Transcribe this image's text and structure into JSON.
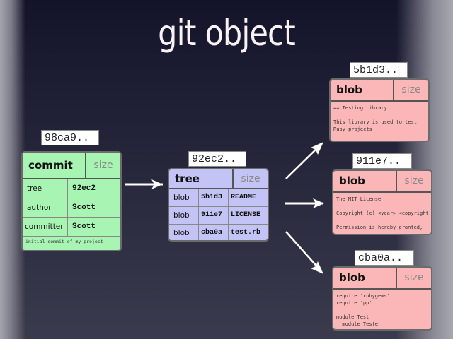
{
  "title": "git object",
  "commit": {
    "hash": "98ca9..",
    "type": "commit",
    "size_label": "size",
    "fields": [
      {
        "key": "tree",
        "value": "92ec2"
      },
      {
        "key": "author",
        "value": "Scott"
      },
      {
        "key": "committer",
        "value": "Scott"
      }
    ],
    "message": "initial commit of my project",
    "color": "#a8f5b3"
  },
  "tree": {
    "hash": "92ec2..",
    "type": "tree",
    "size_label": "size",
    "entries": [
      {
        "mode": "blob",
        "sha": "5b1d3",
        "name": "README"
      },
      {
        "mode": "blob",
        "sha": "911e7",
        "name": "LICENSE"
      },
      {
        "mode": "blob",
        "sha": "cba0a",
        "name": "test.rb"
      }
    ],
    "color": "#c4c3f6"
  },
  "blobs": [
    {
      "hash": "5b1d3..",
      "type": "blob",
      "size_label": "size",
      "content": "== Testing Library\n\nThis library is used to test\nRuby projects"
    },
    {
      "hash": "911e7..",
      "type": "blob",
      "size_label": "size",
      "content": "The MIT License\n\nCopyright (c) <year> <copyright\n\nPermission is hereby granted,"
    },
    {
      "hash": "cba0a..",
      "type": "blob",
      "size_label": "size",
      "content": "require 'rubygems'\nrequire 'pp'\n\nmodule Test\n  module Tester"
    }
  ],
  "blob_color": "#fbb7b7"
}
